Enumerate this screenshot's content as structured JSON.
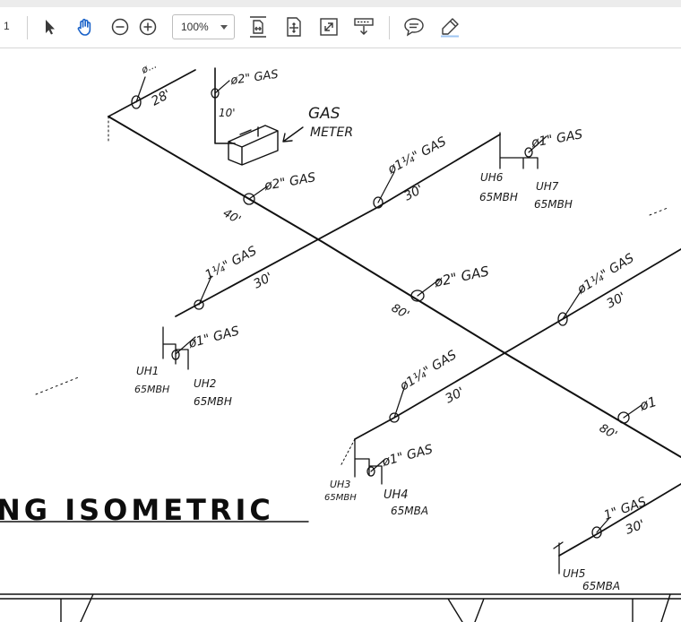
{
  "toolbar": {
    "page_number": "1",
    "zoom_value": "100%",
    "icons": [
      "select-arrow-icon",
      "hand-tool-icon",
      "zoom-out-icon",
      "zoom-in-icon",
      "fit-page-icon",
      "fit-width-icon",
      "full-screen-icon",
      "scrolling-mode-icon",
      "comment-icon",
      "highlight-pen-icon"
    ]
  },
  "drawing": {
    "title": "NG ISOMETRIC",
    "labels": {
      "top_left_a": "ø...",
      "len_28": "28'",
      "riser_2_gas": "ø2\" GAS",
      "len_10": "10'",
      "gas_meter_1": "GAS",
      "gas_meter_2": "METER",
      "main_2_gas": "ø2\" GAS",
      "len_40": "40'",
      "branch_114_top": "ø1¼\" GAS",
      "len_30_top": "30'",
      "uh6_1_gas": "ø1\" GAS",
      "uh6": "UH6",
      "uh6_rate": "65MBH",
      "uh7": "UH7",
      "uh7_rate": "65MBH",
      "branch_114_left": "1¼\" GAS",
      "len_30_left": "30'",
      "uh1_1_gas": "ø1\" GAS",
      "uh1": "UH1",
      "uh1_rate": "65MBH",
      "uh2": "UH2",
      "uh2_rate": "65MBH",
      "main_2_gas_mid": "ø2\" GAS",
      "len_80_mid": "80'",
      "branch_114_right": "ø1¼\" GAS",
      "len_30_right": "30'",
      "branch_114_lower": "ø1¼\" GAS",
      "len_30_lower": "30'",
      "uh3_1_gas": "ø1\" GAS",
      "uh3": "UH3",
      "uh3_rate": "65MBH",
      "uh4": "UH4",
      "uh4_rate": "65MBA",
      "len_80_low": "80'",
      "main_right_cut": "ø1",
      "uh5_1_gas": "1\" GAS",
      "len_30_uh5": "30'",
      "uh5": "UH5",
      "uh5_rate": "65MBA"
    }
  }
}
